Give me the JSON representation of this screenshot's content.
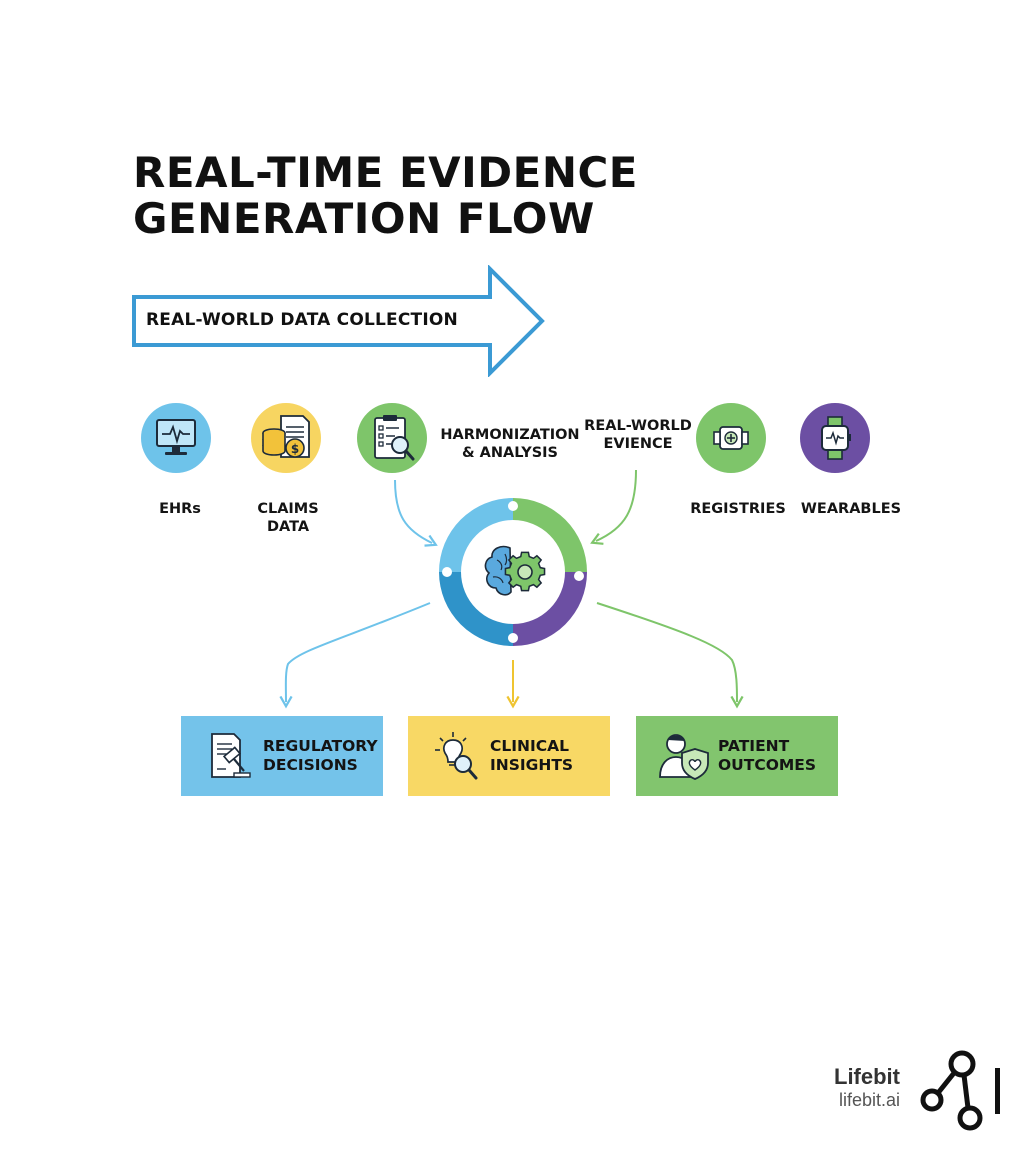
{
  "title": {
    "line1": "REAL-TIME EVIDENCE",
    "line2": "GENERATION FLOW"
  },
  "collection_arrow": {
    "label": "REAL-WORLD DATA COLLECTION",
    "stroke_color": "#3b9ad4"
  },
  "sources": [
    {
      "id": "ehrs",
      "label": "EHRs",
      "icon": "monitor-icon",
      "color": "#6ec3ea"
    },
    {
      "id": "claims",
      "label": "CLAIMS\nDATA",
      "icon": "coins-document-icon",
      "color": "#f7d561"
    },
    {
      "id": "harmonization",
      "label": "HARMONIZATION\n& ANALYSIS",
      "icon": "clipboard-magnifier-icon",
      "color": "#7ec56a"
    },
    {
      "id": "rwe",
      "label": "REAL-WORLD\nEVIENCE",
      "icon": "none"
    },
    {
      "id": "registries",
      "label": "REGISTRIES",
      "icon": "medical-device-icon",
      "color": "#7ec56a"
    },
    {
      "id": "wearables",
      "label": "WEARABLES",
      "icon": "smartwatch-icon",
      "color": "#6c4fa3"
    }
  ],
  "hub": {
    "icon": "brain-gear-icon",
    "ring_colors": [
      "#6ec3ea",
      "#7ec56a",
      "#6c4fa3",
      "#2f93c9"
    ]
  },
  "outputs": [
    {
      "id": "regulatory",
      "label": "REGULATORY\nDECISIONS",
      "icon": "document-gavel-icon",
      "color": "#74c3ea"
    },
    {
      "id": "clinical",
      "label": "CLINICAL\nINSIGHTS",
      "icon": "lightbulb-magnifier-icon",
      "color": "#f8d865"
    },
    {
      "id": "patient",
      "label": "PATIENT\nOUTCOMES",
      "icon": "person-shield-icon",
      "color": "#82c56e"
    }
  ],
  "brand": {
    "name": "Lifebit",
    "url": "lifebit.ai",
    "logo_icon": "lifebit-network-logo"
  }
}
